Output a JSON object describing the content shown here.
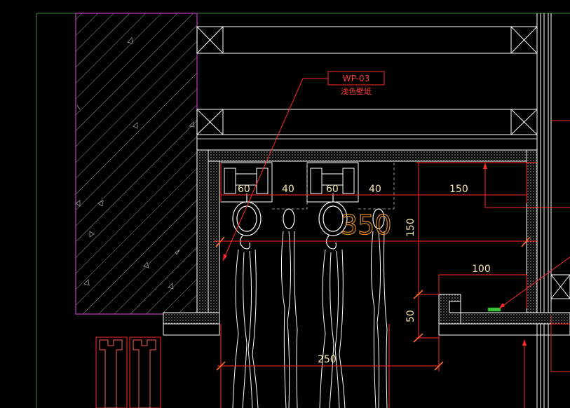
{
  "annotation": {
    "code": "WP-03",
    "material": "浅色壁纸"
  },
  "dimensions": {
    "track_a_left": "60",
    "track_a_right": "40",
    "track_b_left": "60",
    "track_b_right": "40",
    "pocket_width": "150",
    "pocket_height": "150",
    "box_height": "350",
    "ledge_width": "100",
    "ledge_height": "50",
    "overall_width": "250"
  },
  "colors": {
    "background": "#000000",
    "line": "#ffffff",
    "dimension": "#ff2a2a",
    "dimension_text": "#f5e6b0",
    "wall_outline": "#c23fc2",
    "frame_green": "#3c8a3c",
    "highlight": "#e08a2a"
  }
}
